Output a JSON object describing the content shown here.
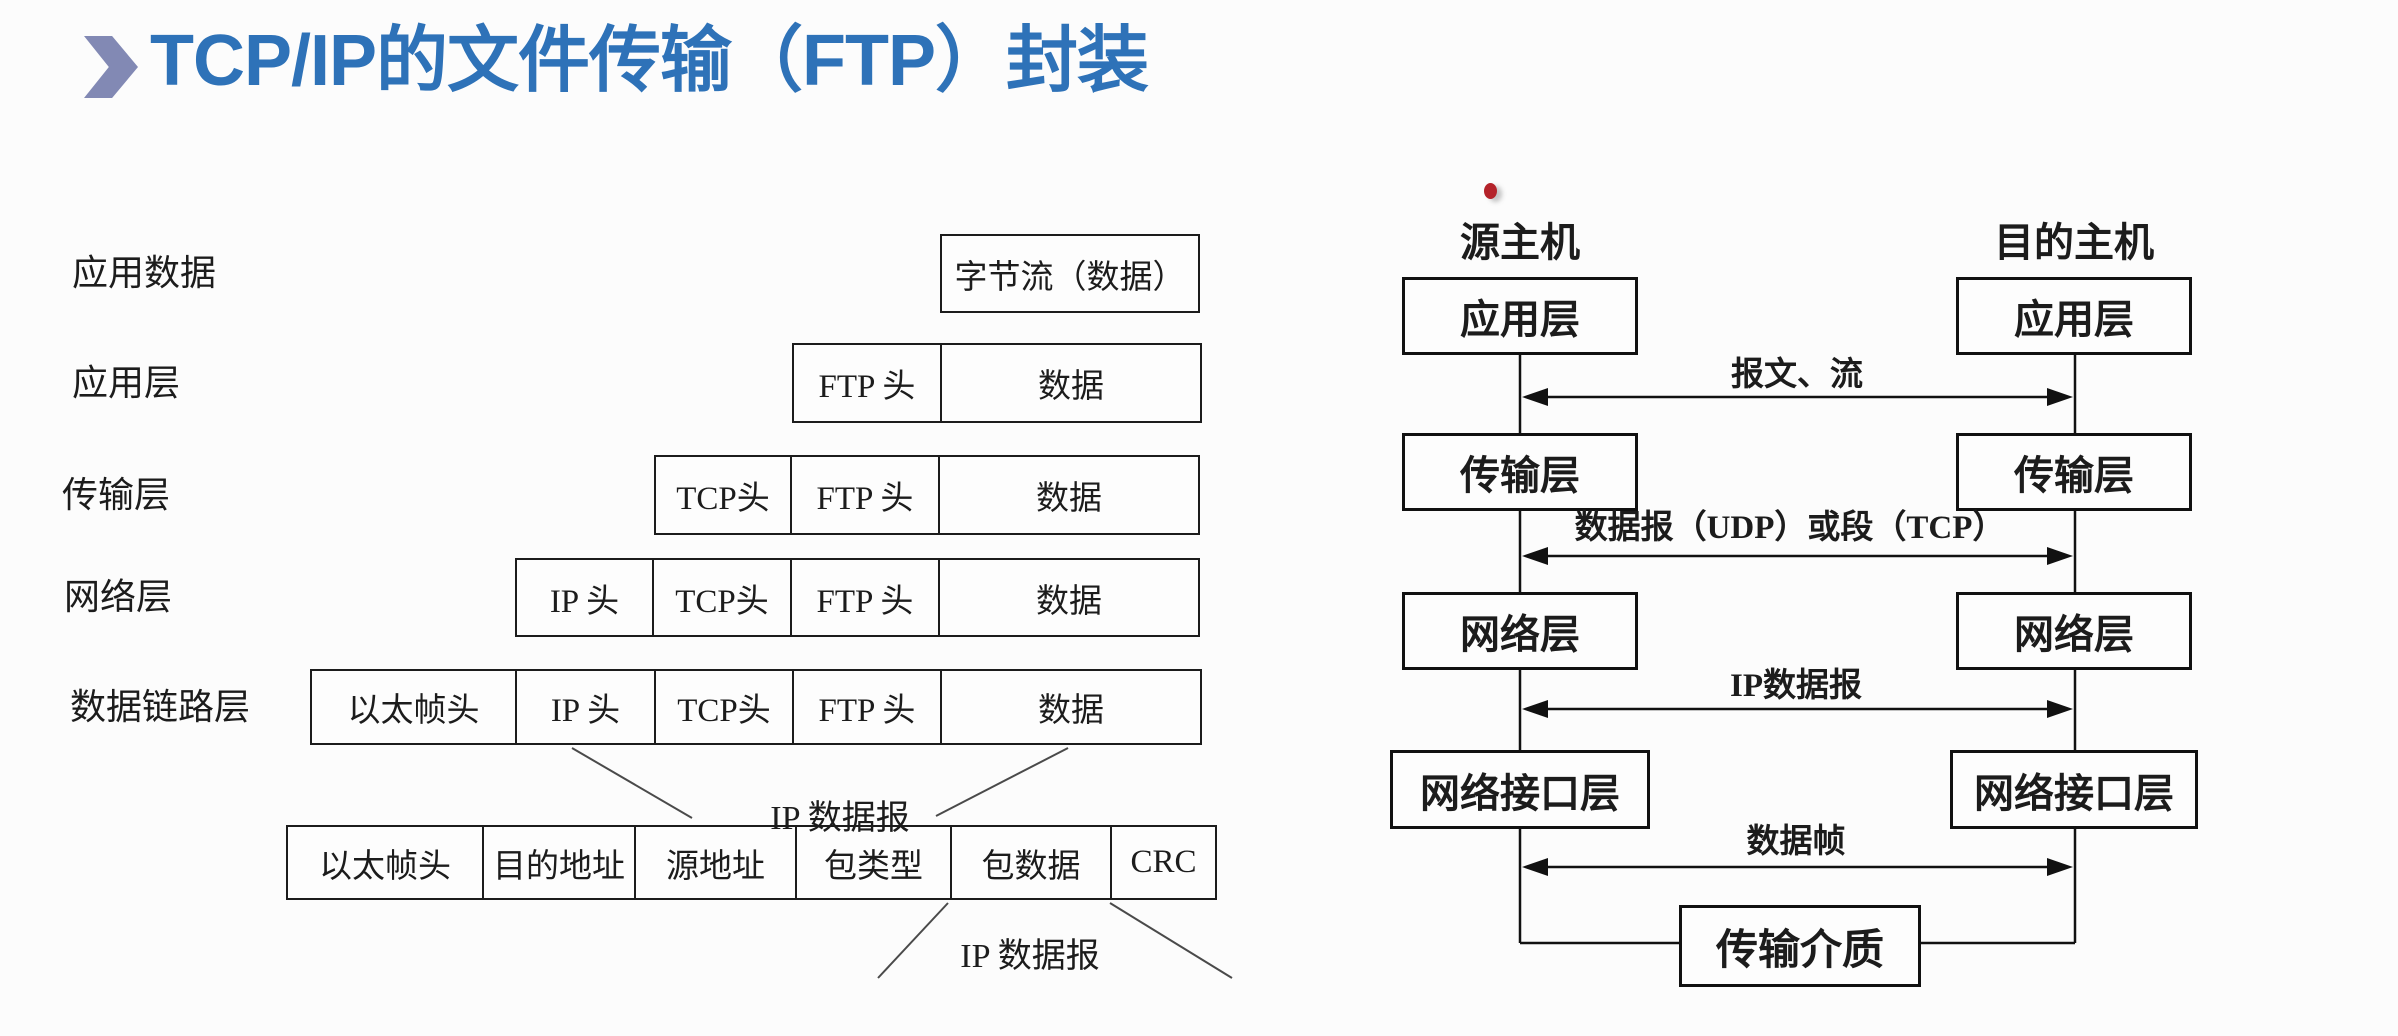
{
  "title": "TCP/IP的文件传输（FTP）封装",
  "left_diagram": {
    "layer_labels": [
      "应用数据",
      "应用层",
      "传输层",
      "网络层",
      "数据链路层"
    ],
    "rows": [
      {
        "cells": [
          "字节流（数据）"
        ]
      },
      {
        "cells": [
          "FTP 头",
          "数据"
        ]
      },
      {
        "cells": [
          "TCP头",
          "FTP 头",
          "数据"
        ]
      },
      {
        "cells": [
          "IP 头",
          "TCP头",
          "FTP 头",
          "数据"
        ]
      },
      {
        "cells": [
          "以太帧头",
          "IP 头",
          "TCP头",
          "FTP 头",
          "数据"
        ]
      }
    ],
    "ip_datagram_upper": "IP 数据报",
    "frame_row": {
      "cells": [
        "以太帧头",
        "目的地址",
        "源地址",
        "包类型",
        "包数据",
        "CRC"
      ]
    },
    "ip_datagram_lower": "IP 数据报"
  },
  "right_diagram": {
    "source_host": "源主机",
    "destination_host": "目的主机",
    "left_layers": [
      "应用层",
      "传输层",
      "网络层",
      "网络接口层"
    ],
    "right_layers": [
      "应用层",
      "传输层",
      "网络层",
      "网络接口层"
    ],
    "link_labels": [
      "报文、流",
      "数据报（UDP）或段（TCP）",
      "IP数据报",
      "数据帧"
    ],
    "transmission_medium": "传输介质"
  },
  "colors": {
    "title_text": "#2e72b8",
    "title_bullet": "#8289b4",
    "diagram_line": "#1c1c1c",
    "red_dot": "#b4232a",
    "background": "#fcfcfc"
  }
}
